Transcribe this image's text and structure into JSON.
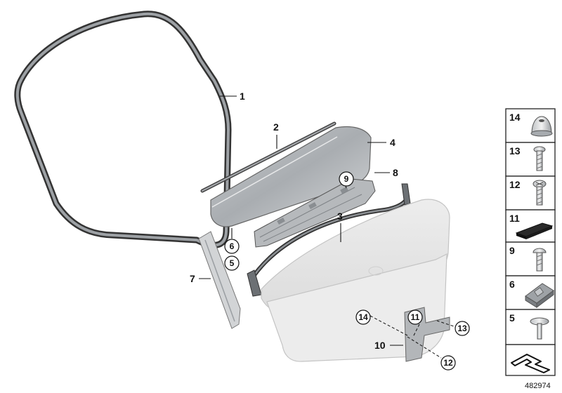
{
  "callouts": {
    "c1": "1",
    "c2": "2",
    "c3": "3",
    "c4": "4",
    "c5": "5",
    "c6": "6",
    "c7": "7",
    "c8": "8",
    "c9": "9",
    "c10": "10",
    "c11": "11",
    "c12": "12",
    "c13": "13",
    "c14": "14"
  },
  "legend": {
    "items": [
      {
        "number": "14",
        "icon": "cap-nut-icon"
      },
      {
        "number": "13",
        "icon": "screw-icon"
      },
      {
        "number": "12",
        "icon": "screw-icon"
      },
      {
        "number": "11",
        "icon": "foam-pad-icon"
      },
      {
        "number": "9",
        "icon": "screw-icon"
      },
      {
        "number": "6",
        "icon": "mounting-bracket-icon"
      },
      {
        "number": "5",
        "icon": "rivet-icon"
      },
      {
        "number": "",
        "icon": "ellipsis-arrow-icon"
      }
    ]
  },
  "diagram_number": "482974"
}
